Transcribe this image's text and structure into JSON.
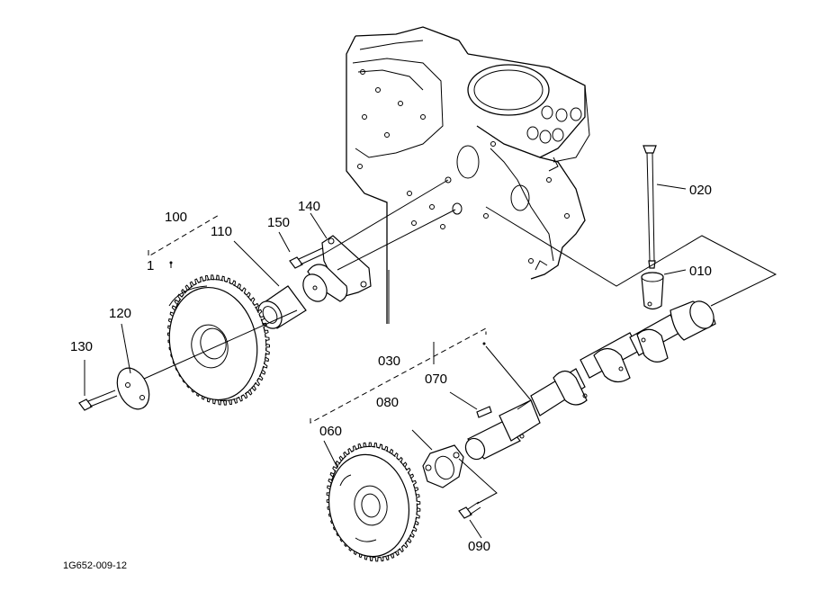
{
  "diagram": {
    "reference_code": "1G652-009-12",
    "callouts": {
      "c020": "020",
      "c010": "010",
      "c030": "030",
      "c060": "060",
      "c070": "070",
      "c080": "080",
      "c090": "090",
      "c100": "100",
      "c110": "110",
      "c120": "120",
      "c130": "130",
      "c140": "140",
      "c150": "150",
      "c1": "1"
    }
  }
}
